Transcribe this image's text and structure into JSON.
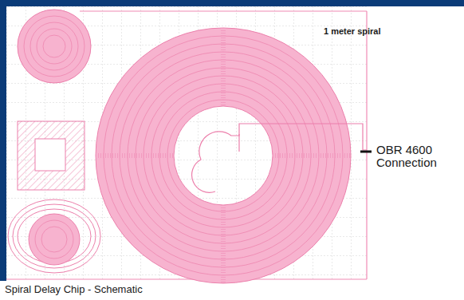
{
  "diagram": {
    "caption": "Spiral Delay Chip - Schematic",
    "labels": [
      "1 meter spiral",
      "OBR 4600 Connection"
    ]
  }
}
